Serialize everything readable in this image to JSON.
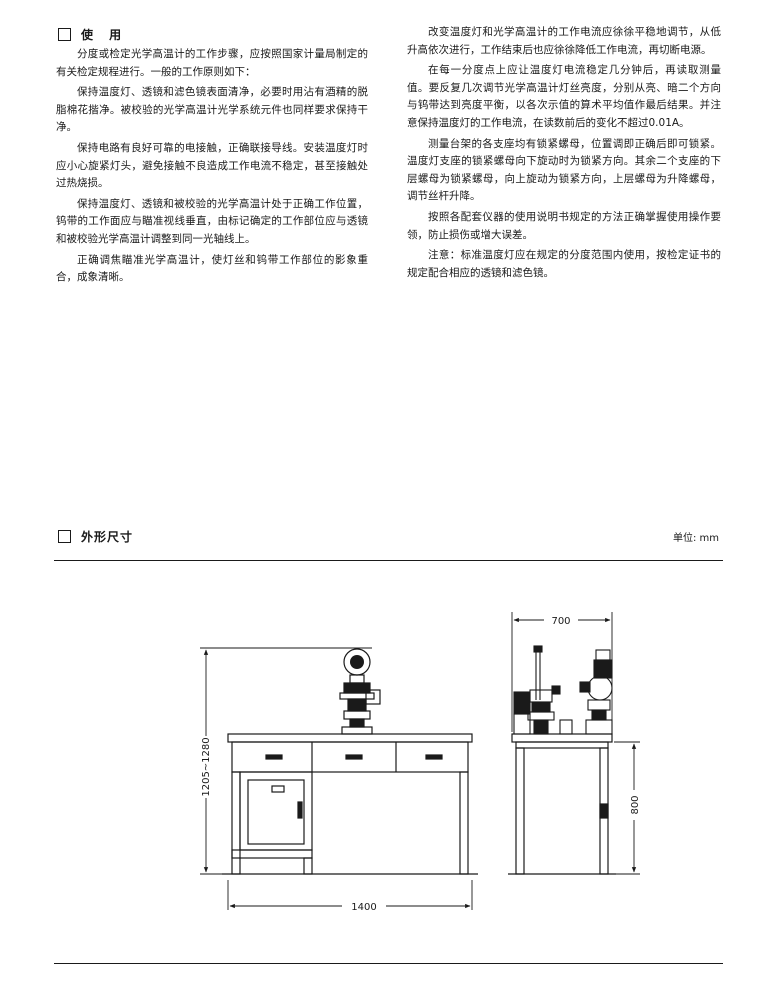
{
  "section1": {
    "title": "使 用",
    "left_paragraphs": [
      "分度或检定光学高温计的工作步骤，应按照国家计量局制定的有关检定规程进行。一般的工作原则如下：",
      "保持温度灯、透镜和滤色镜表面清净，必要时用沾有酒精的脱脂棉花揩净。被校验的光学高温计光学系统元件也同样要求保持干净。",
      "保持电路有良好可靠的电接触，正确联接导线。安装温度灯时应小心旋紧灯头，避免接触不良造成工作电流不稳定，甚至接触处过热烧损。",
      "保持温度灯、透镜和被校验的光学高温计处于正确工作位置，钨带的工作面应与瞄准视线垂直，由标记确定的工作部位应与透镜和被校验光学高温计调整到同一光轴线上。",
      "正确调焦瞄准光学高温计，使灯丝和钨带工作部位的影象重合，成象清晰。"
    ],
    "right_paragraphs": [
      "改变温度灯和光学高温计的工作电流应徐徐平稳地调节，从低升高依次进行，工作结束后也应徐徐降低工作电流，再切断电源。",
      "在每一分度点上应让温度灯电流稳定几分钟后，再读取测量值。要反复几次调节光学高温计灯丝亮度，分别从亮、暗二个方向与钨带达到亮度平衡，以各次示值的算术平均值作最后结果。并注意保持温度灯的工作电流，在读数前后的变化不超过0.01A。",
      "测量台架的各支座均有锁紧螺母，位置调即正确后即可锁紧。温度灯支座的锁紧螺母向下旋动时为锁紧方向。其余二个支座的下层螺母为锁紧螺母，向上旋动为锁紧方向，上层螺母为升降螺母，调节丝杆升降。",
      "按照各配套仪器的使用说明书规定的方法正确掌握使用操作要领，防止损伤或增大误差。",
      "注意：标准温度灯应在规定的分度范围内使用，按检定证书的规定配合相应的透镜和滤色镜。"
    ]
  },
  "section2": {
    "title": "外形尺寸",
    "unit_label": "单位: mm"
  },
  "drawing": {
    "width_label": "1400",
    "height_range_label": "1205~1280",
    "depth_label": "700",
    "table_height_label": "800"
  }
}
